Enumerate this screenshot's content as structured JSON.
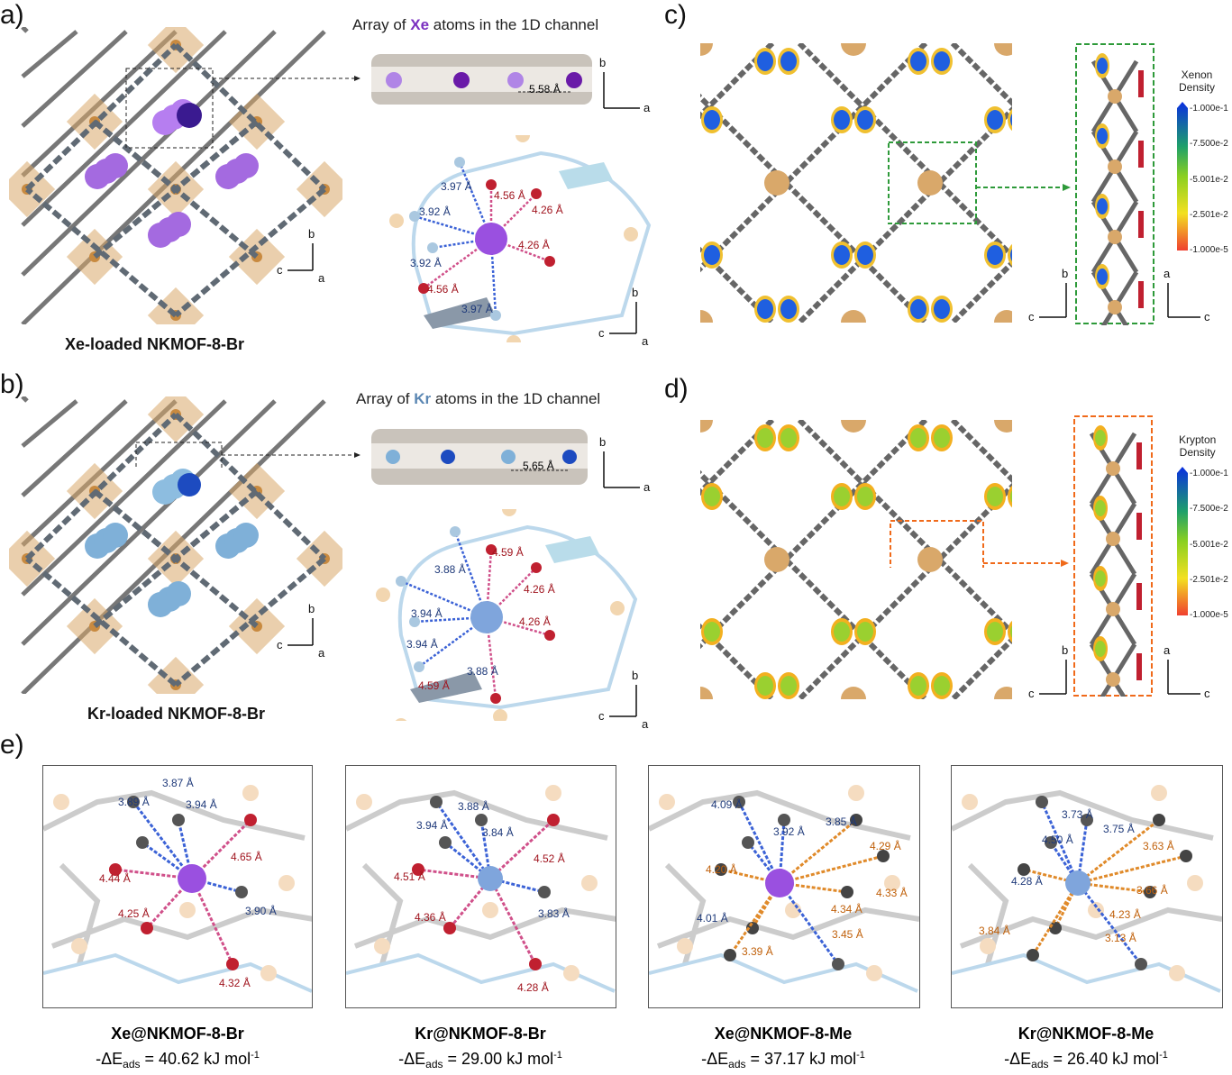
{
  "panels": {
    "a": {
      "label": "a)",
      "title_pre": "Array of ",
      "title_atom": "Xe",
      "title_post": " atoms in the 1D channel",
      "caption": "Xe-loaded NKMOF-8-Br",
      "spacing": "5.58 Å",
      "distances": [
        "3.97 Å",
        "4.56 Å",
        "3.92 Å",
        "4.26 Å",
        "4.26 Å",
        "3.92 Å",
        "4.56 Å",
        "3.97 Å"
      ]
    },
    "b": {
      "label": "b)",
      "title_pre": "Array of ",
      "title_atom": "Kr",
      "title_post": " atoms in the 1D channel",
      "caption": "Kr-loaded NKMOF-8-Br",
      "spacing": "5.65 Å",
      "distances": [
        "4.59 Å",
        "3.88 Å",
        "4.26 Å",
        "3.94 Å",
        "4.26 Å",
        "3.94 Å",
        "3.88 Å",
        "4.59 Å"
      ]
    },
    "c": {
      "label": "c)",
      "colorbar_title": [
        "Xenon",
        "Density"
      ],
      "ticks": [
        "1.000e-1",
        "7.500e-2",
        "5.001e-2",
        "2.501e-2",
        "1.000e-5"
      ]
    },
    "d": {
      "label": "d)",
      "colorbar_title": [
        "Krypton",
        "Density"
      ],
      "ticks": [
        "1.000e-1",
        "7.500e-2",
        "5.001e-2",
        "2.501e-2",
        "1.000e-5"
      ]
    },
    "e": {
      "label": "e)",
      "items": [
        {
          "name": "Xe@NKMOF-8-Br",
          "energy_pre": "-ΔE",
          "energy_sub": "ads",
          "energy_val": " = 40.62 kJ mol",
          "energy_sup": "-1",
          "distances": [
            "3.87 Å",
            "3.89 Å",
            "3.94 Å",
            "4.65 Å",
            "4.44 Å",
            "3.90 Å",
            "4.25 Å",
            "4.32 Å"
          ]
        },
        {
          "name": "Kr@NKMOF-8-Br",
          "energy_pre": "-ΔE",
          "energy_sub": "ads",
          "energy_val": " = 29.00 kJ mol",
          "energy_sup": "-1",
          "distances": [
            "3.88 Å",
            "3.94 Å",
            "3.84 Å",
            "4.52 Å",
            "4.51 Å",
            "3.83 Å",
            "4.36 Å",
            "4.28 Å"
          ]
        },
        {
          "name": "Xe@NKMOF-8-Me",
          "energy_pre": "-ΔE",
          "energy_sub": "ads",
          "energy_val": " = 37.17 kJ mol",
          "energy_sup": "-1",
          "distances": [
            "4.09 Å",
            "3.92 Å",
            "3.85 Å",
            "4.29 Å",
            "4.20 Å",
            "4.33 Å",
            "4.34 Å",
            "4.01 Å",
            "3.45 Å",
            "3.39 Å"
          ]
        },
        {
          "name": "Kr@NKMOF-8-Me",
          "energy_pre": "-ΔE",
          "energy_sub": "ads",
          "energy_val": " = 26.40 kJ mol",
          "energy_sup": "-1",
          "distances": [
            "3.73 Å",
            "3.75 Å",
            "4.50 Å",
            "3.63 Å",
            "4.28 Å",
            "3.66 Å",
            "4.23 Å",
            "3.84 Å",
            "3.13 Å"
          ]
        }
      ]
    }
  },
  "axes": {
    "a": "a",
    "b": "b",
    "c": "c"
  },
  "colors": {
    "xe": "#8a3fd1",
    "kr": "#5b8fd0",
    "blue_label": "#1f3a7a",
    "red_label": "#a0141e",
    "orange_label": "#c0600a",
    "green_box": "#2e9a3a",
    "orange_box": "#f06a1a"
  }
}
